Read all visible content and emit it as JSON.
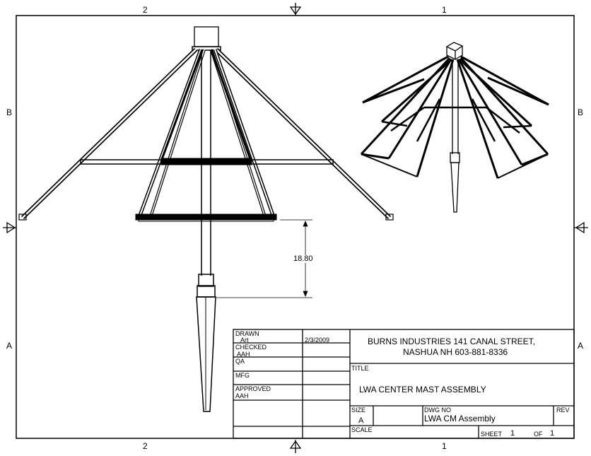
{
  "zones": {
    "top_left": "2",
    "top_right": "1",
    "bottom_left": "2",
    "bottom_right": "1",
    "left_top": "B",
    "left_bottom": "A",
    "right_top": "B",
    "right_bottom": "A"
  },
  "dimension": {
    "value": "18.80"
  },
  "title_block": {
    "drawn_label": "DRAWN",
    "drawn_by": "Art",
    "drawn_date": "2/3/2009",
    "checked_label": "CHECKED",
    "checked_by": "AAH",
    "qa_label": "QA",
    "mfg_label": "MFG",
    "approved_label": "APPROVED",
    "approved_by": "AAH",
    "company_line1": "BURNS INDUSTRIES 141 CANAL STREET,",
    "company_line2": "NASHUA NH 603-881-8336",
    "title_label": "TITLE",
    "title": "LWA CENTER MAST ASSEMBLY",
    "size_label": "SIZE",
    "size": "A",
    "dwg_no_label": "DWG NO",
    "dwg_no": "LWA CM Assembly",
    "rev_label": "REV",
    "scale_label": "SCALE",
    "sheet_label": "SHEET",
    "sheet_no": "1",
    "of_label": "OF",
    "sheet_total": "1"
  }
}
